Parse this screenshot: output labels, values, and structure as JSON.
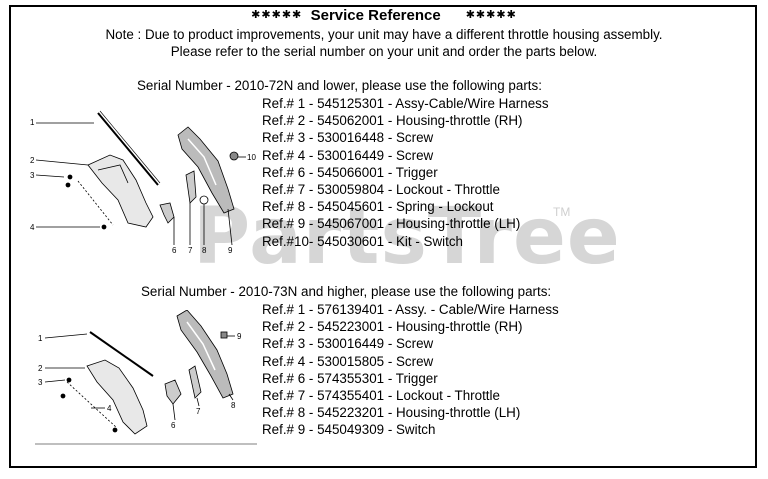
{
  "header": {
    "stars_left": "✱✱✱✱✱",
    "title": "Service Reference",
    "stars_right": "✱✱✱✱✱",
    "note_line1": "Note : Due to product improvements, your unit may have a different throttle housing assembly.",
    "note_line2": "Please refer to the serial number on your unit and order the parts below."
  },
  "watermark": {
    "text": "PartsTree",
    "tm": "TM"
  },
  "section1": {
    "serial_text": "Serial Number - 2010-72N and lower, please use the following parts:",
    "parts": [
      "Ref.# 1 - 545125301 - Assy-Cable/Wire Harness",
      "Ref.# 2 - 545062001 - Housing-throttle (RH)",
      "Ref.# 3 - 530016448 - Screw",
      "Ref.# 4 - 530016449 - Screw",
      "Ref.# 6 - 545066001 - Trigger",
      "Ref.# 7 - 530059804 - Lockout - Throttle",
      "Ref.# 8 - 545045601 - Spring - Lockout",
      "Ref.# 9 - 545067001 - Housing-throttle (LH)",
      "Ref.#10- 545030601 - Kit - Switch"
    ],
    "diagram_labels": [
      "1",
      "2",
      "3",
      "4",
      "6",
      "7",
      "8",
      "9",
      "10"
    ]
  },
  "section2": {
    "serial_text": "Serial Number - 2010-73N and higher, please use the following parts:",
    "parts": [
      "Ref.# 1 - 576139401 - Assy. - Cable/Wire Harness",
      "Ref.# 2 - 545223001 - Housing-throttle (RH)",
      "Ref.# 3 - 530016449 - Screw",
      "Ref.# 4 - 530015805 - Screw",
      "Ref.# 6 - 574355301 - Trigger",
      "Ref.# 7 - 574355401 - Lockout - Throttle",
      "Ref.# 8 - 545223201 - Housing-throttle (LH)",
      "Ref.# 9 - 545049309 - Switch"
    ],
    "diagram_labels": [
      "1",
      "2",
      "3",
      "4",
      "6",
      "7",
      "8",
      "9"
    ]
  }
}
